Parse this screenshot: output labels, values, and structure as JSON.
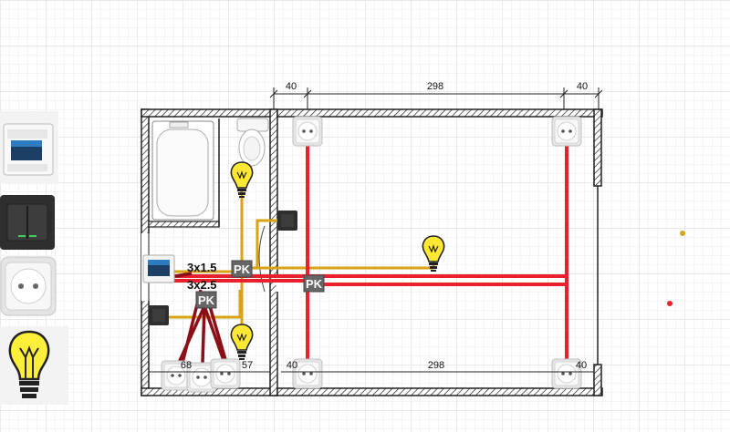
{
  "dimensions": {
    "top_left": "40",
    "top_middle": "298",
    "top_right": "40",
    "bottom_left_a": "68",
    "bottom_left_b": "57",
    "bottom_room_left": "40",
    "bottom_middle": "298",
    "bottom_right": "40"
  },
  "labels": {
    "cable_light": "3x1.5",
    "cable_power": "3x2.5",
    "junction": "PK"
  },
  "palette": [
    {
      "name": "distribution-board"
    },
    {
      "name": "switch"
    },
    {
      "name": "socket"
    },
    {
      "name": "lamp"
    }
  ],
  "colors": {
    "light_wire": "#d9a317",
    "power_wire": "#e8222c",
    "power_wire_dark": "#8c0f18",
    "wall": "#1a1a1a"
  }
}
